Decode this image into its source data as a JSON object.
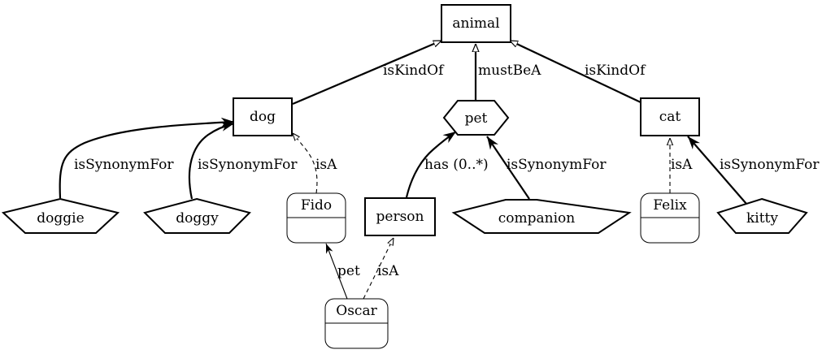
{
  "nodes": {
    "animal": "animal",
    "dog": "dog",
    "pet": "pet",
    "cat": "cat",
    "doggie": "doggie",
    "doggy": "doggy",
    "fido": "Fido",
    "person": "person",
    "companion": "companion",
    "felix": "Felix",
    "kitty": "kitty",
    "oscar": "Oscar"
  },
  "edges": {
    "dog_animal": "isKindOf",
    "pet_animal": "mustBeA",
    "cat_animal": "isKindOf",
    "doggie_dog": "isSynonymFor",
    "doggy_dog": "isSynonymFor",
    "fido_dog": "isA",
    "person_pet": "has (0..*)",
    "companion_pet": "isSynonymFor",
    "felix_cat": "isA",
    "kitty_cat": "isSynonymFor",
    "oscar_fido": "pet",
    "oscar_person": "isA"
  }
}
